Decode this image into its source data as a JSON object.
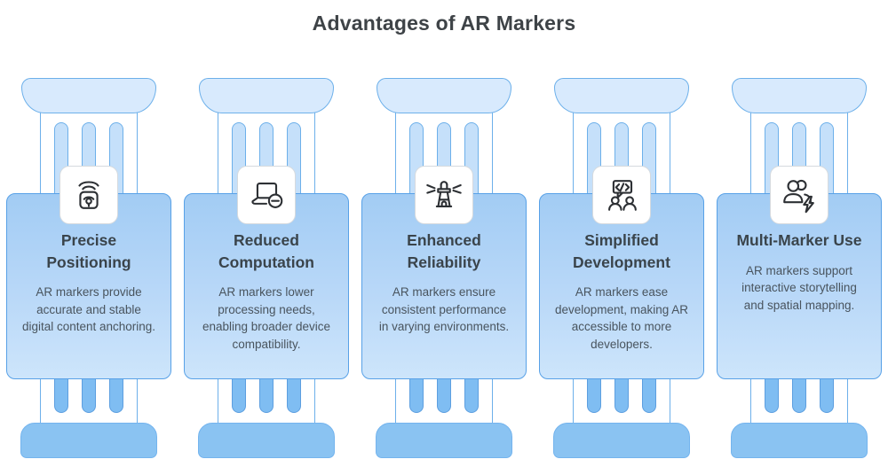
{
  "title": "Advantages of AR Markers",
  "columns": [
    {
      "icon": "beacon-signal-icon",
      "heading": "Precise Positioning",
      "body": "AR markers provide accurate and stable digital content anchoring."
    },
    {
      "icon": "laptop-reduced-icon",
      "heading": "Reduced Computation",
      "body": "AR markers lower processing needs, enabling broader device compatibility."
    },
    {
      "icon": "lighthouse-icon",
      "heading": "Enhanced Reliability",
      "body": "AR markers ensure consistent performance in varying environments."
    },
    {
      "icon": "code-chat-developers-icon",
      "heading": "Simplified Development",
      "body": "AR markers ease development, making AR accessible to more developers."
    },
    {
      "icon": "multi-user-lightning-icon",
      "heading": "Multi-Marker Use",
      "body": "AR markers support interactive storytelling and spatial mapping."
    }
  ],
  "colors": {
    "title_text": "#3e4347",
    "heading_text": "#3a444b",
    "body_text": "#49545e",
    "capital_fill": "#d8eafd",
    "flute_light_fill": "#c5e0fa",
    "flute_dark_fill": "#7fbdf2",
    "base_fill": "#8ac3f2",
    "outline_blue": "#6db0ea",
    "card_border": "#58a1e7",
    "card_gradient_top": "#a2ccf4",
    "card_gradient_bottom": "#cde5fb",
    "icon_stroke": "#2d3034"
  }
}
